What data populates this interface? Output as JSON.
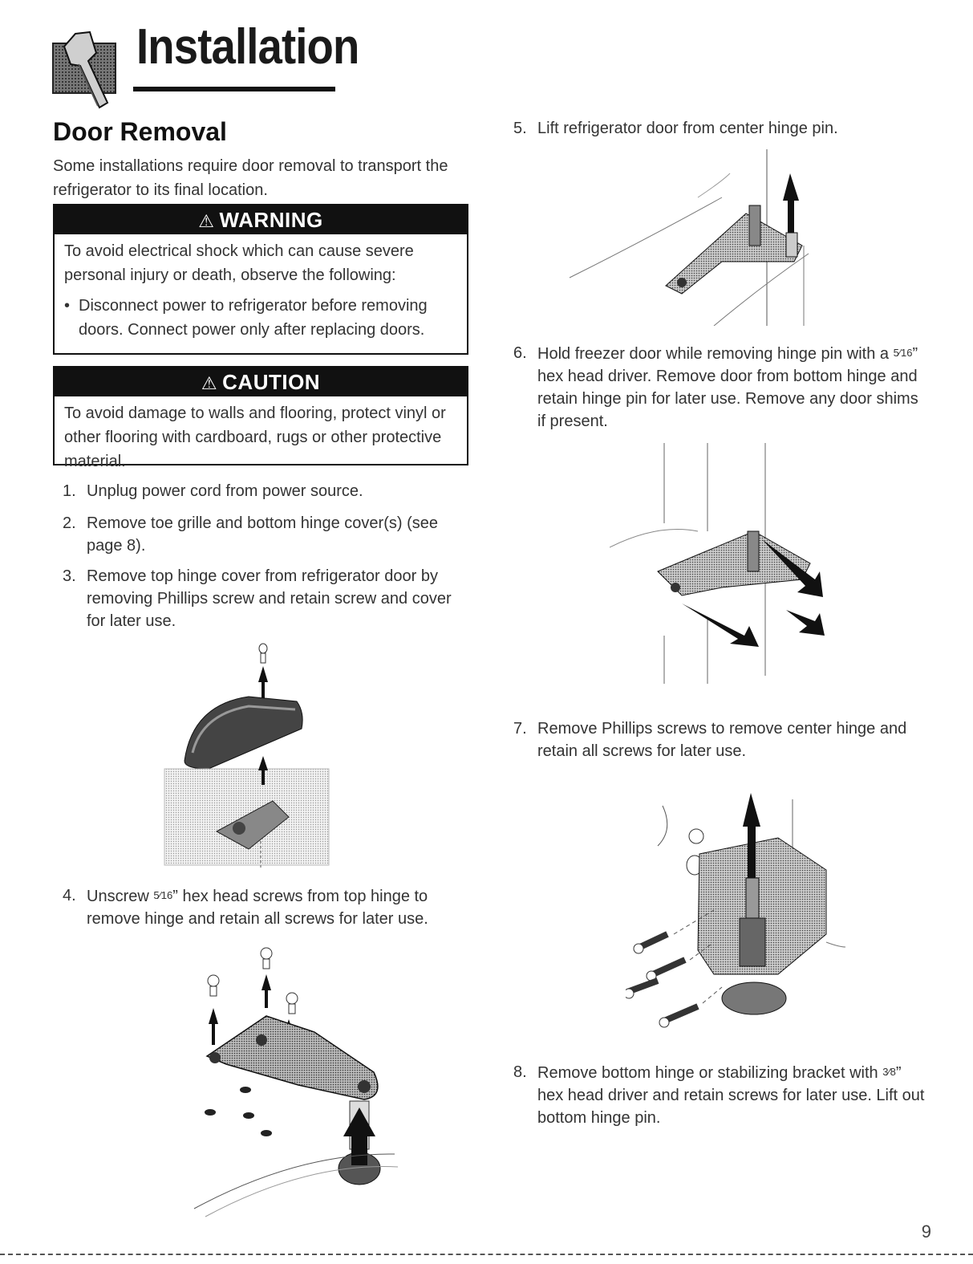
{
  "header": {
    "title": "Installation",
    "icon": "wrench-icon"
  },
  "section": {
    "title": "Door Removal",
    "intro": "Some installations require door removal to transport the refrigerator to its final location."
  },
  "warning": {
    "label": "WARNING",
    "body": "To avoid electrical shock which can cause severe personal injury or death, observe the following:",
    "bullet": "Disconnect power to refrigerator before removing doors. Connect power only after replacing doors."
  },
  "caution": {
    "label": "CAUTION",
    "body": "To avoid damage to walls and flooring, protect vinyl or other flooring with cardboard, rugs or other protective material."
  },
  "steps": [
    {
      "num": "1.",
      "text": "Unplug power cord from power source."
    },
    {
      "num": "2.",
      "text": "Remove toe grille and bottom hinge cover(s) (see page 8)."
    },
    {
      "num": "3.",
      "text": "Remove top hinge cover from refrigerator door by removing Phillips screw and retain screw and cover for later use."
    },
    {
      "num": "4.",
      "pre": "Unscrew ",
      "frac": "5⁄16",
      "post": "” hex head screws from top hinge to remove hinge and retain all screws for later use."
    },
    {
      "num": "5.",
      "text": "Lift refrigerator door from center hinge pin."
    },
    {
      "num": "6.",
      "pre": "Hold freezer door while removing hinge pin with a ",
      "frac": "5⁄16",
      "post": "” hex head driver. Remove door from bottom hinge and retain hinge pin for later use. Remove any door shims if present."
    },
    {
      "num": "7.",
      "text": "Remove Phillips screws to remove center hinge and retain all screws for later use."
    },
    {
      "num": "8.",
      "pre": "Remove bottom hinge or stabilizing bracket with ",
      "frac": "3⁄8",
      "post": "” hex head driver and retain screws for later use. Lift out bottom hinge pin."
    }
  ],
  "page_number": "9"
}
